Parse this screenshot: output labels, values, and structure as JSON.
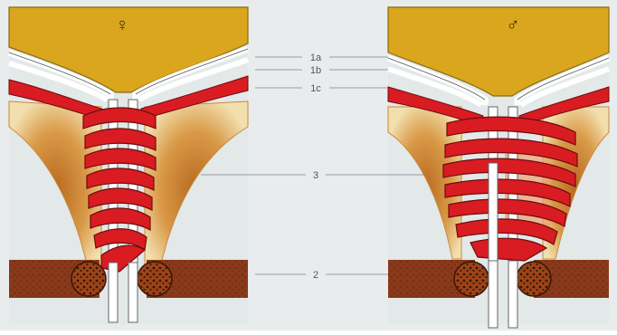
{
  "symbols": {
    "left": "♀",
    "right": "♂"
  },
  "labels": [
    {
      "id": "1a",
      "text": "1a"
    },
    {
      "id": "1b",
      "text": "1b"
    },
    {
      "id": "1c",
      "text": "1c"
    },
    {
      "id": "3",
      "text": "3"
    },
    {
      "id": "2",
      "text": "2"
    }
  ],
  "colors": {
    "background": "#e6eaeb",
    "bladder": "#d9a61d",
    "bladder_border": "#8c6a12",
    "muscle_red": "#d91c22",
    "muscle_dark": "#6e0c0e",
    "muscle_light": "#ee6f6a",
    "tissue_outer": "#f0dca8",
    "tissue_inner": "#c87a2a",
    "pelvic_floor": "#8a3a1a",
    "pelvic_dot": "#3a1408",
    "urethra": "#ffffff",
    "leader_line": "#9a9aa8",
    "text": "#555560"
  }
}
